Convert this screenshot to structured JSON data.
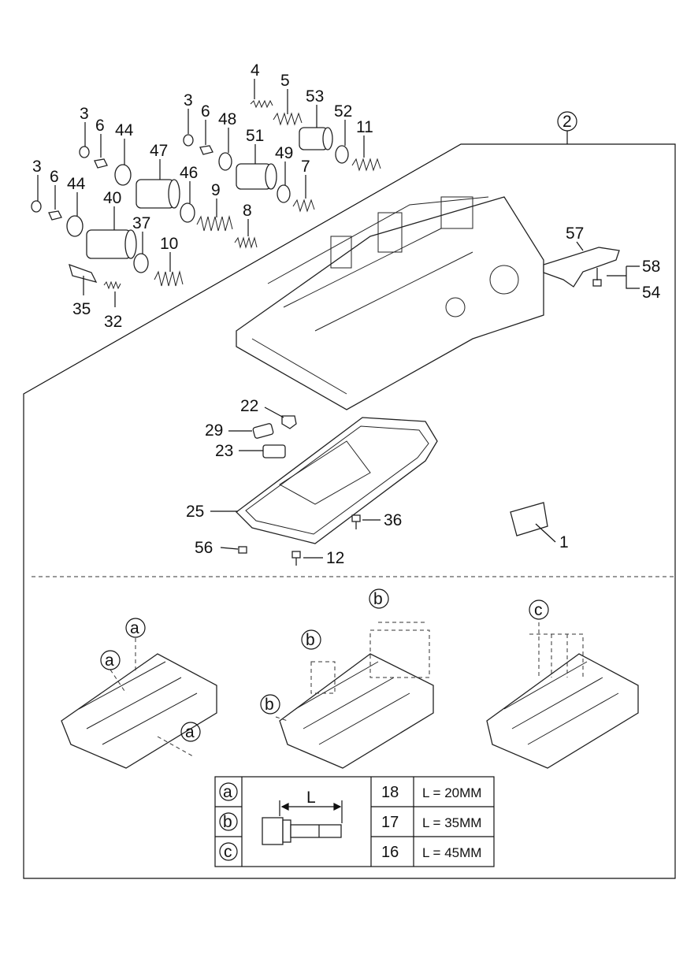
{
  "callouts": [
    "4",
    "5",
    "53",
    "3",
    "6",
    "48",
    "52",
    "11",
    "3",
    "6",
    "44",
    "47",
    "51",
    "49",
    "7",
    "2",
    "3",
    "6",
    "44",
    "40",
    "46",
    "9",
    "8",
    "37",
    "10",
    "57",
    "58",
    "54",
    "35",
    "32",
    "22",
    "29",
    "23",
    "25",
    "36",
    "1",
    "56",
    "12"
  ],
  "detail_letters": [
    "a",
    "a",
    "a",
    "b",
    "b",
    "b",
    "c"
  ],
  "bolt_table": {
    "dimension_label": "L",
    "rows": [
      {
        "letter": "a",
        "part_no": "18",
        "length": "L = 20MM"
      },
      {
        "letter": "b",
        "part_no": "17",
        "length": "L = 35MM"
      },
      {
        "letter": "c",
        "part_no": "16",
        "length": "L = 45MM"
      }
    ]
  }
}
